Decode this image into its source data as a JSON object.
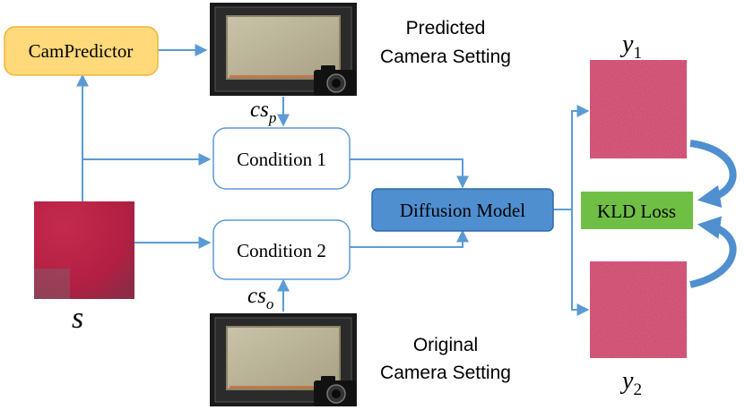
{
  "nodes": {
    "campredictor": {
      "label": "CamPredictor"
    },
    "condition1": {
      "label": "Condition 1"
    },
    "condition2": {
      "label": "Condition 2"
    },
    "diffusion": {
      "label": "Diffusion Model"
    },
    "kld": {
      "label": "KLD Loss"
    }
  },
  "captions": {
    "predicted_line1": "Predicted",
    "predicted_line2": "Camera Setting",
    "original_line1": "Original",
    "original_line2": "Camera Setting"
  },
  "symbols": {
    "s": "s",
    "cs": "cs",
    "cs_p_sub": "p",
    "cs_o_sub": "o",
    "y": "y",
    "y1_sub": "1",
    "y2_sub": "2"
  },
  "colors": {
    "arrow": "#5b9bd5",
    "campredictor_fill": "#ffd97a",
    "campredictor_stroke": "#f0b43a",
    "diffusion_fill": "#4f8fd0",
    "diffusion_stroke": "#2f6aa8",
    "kld_fill": "#6fbf45",
    "swatch_red": "#c2264a"
  }
}
